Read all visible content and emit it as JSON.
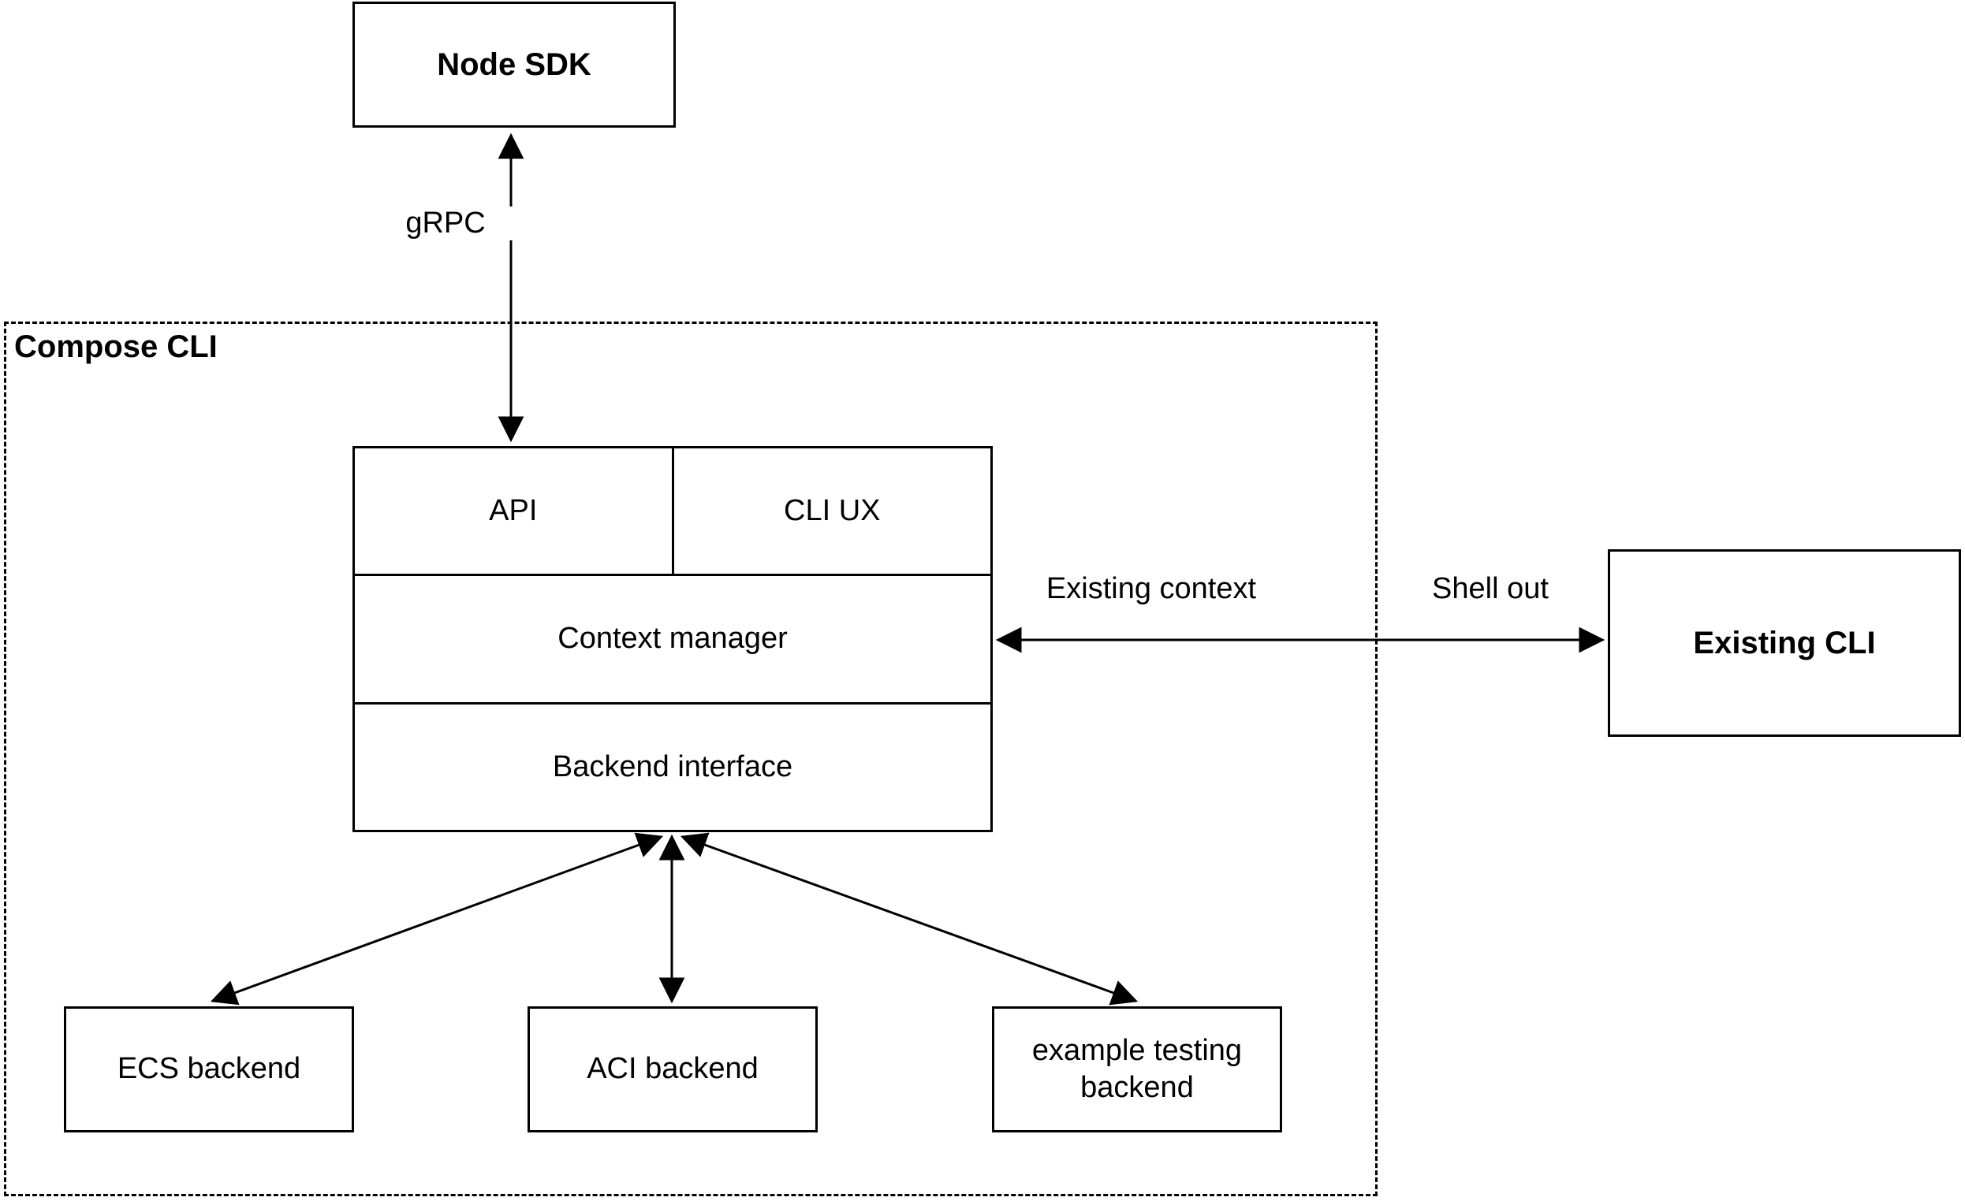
{
  "diagram": {
    "containers": {
      "compose_cli": {
        "label": "Compose CLI"
      }
    },
    "nodes": {
      "node_sdk": {
        "label": "Node SDK"
      },
      "api": {
        "label": "API"
      },
      "cli_ux": {
        "label": "CLI UX"
      },
      "context_manager": {
        "label": "Context manager"
      },
      "backend_interface": {
        "label": "Backend interface"
      },
      "existing_cli": {
        "label": "Existing CLI"
      },
      "ecs_backend": {
        "label": "ECS backend"
      },
      "aci_backend": {
        "label": "ACI backend"
      },
      "example_testing_backend": {
        "label": "example testing backend"
      }
    },
    "edge_labels": {
      "grpc": "gRPC",
      "existing_context": "Existing context",
      "shell_out": "Shell out"
    },
    "colors": {
      "stroke": "#000000",
      "background": "#ffffff"
    }
  }
}
